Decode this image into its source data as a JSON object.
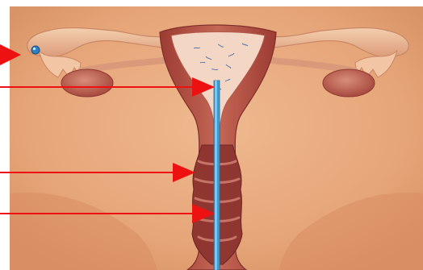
{
  "colors": {
    "background": "#e9a979",
    "tissue_light": "#f1c9a5",
    "tissue_mid": "#d9876a",
    "tissue_dark": "#a5443a",
    "uterine_wall": "#b85a4a",
    "cavity": "#f3d6c4",
    "catheter": "#3a9fd6",
    "catheter_highlight": "#9fd6f4",
    "arrow": "#ee1111",
    "egg": "#2f7fc4"
  },
  "arrows": [
    {
      "id": "ovary-egg",
      "target": "egg"
    },
    {
      "id": "uterine-cavity",
      "target": "catheter-tip"
    },
    {
      "id": "cervix-upper",
      "target": "cervix"
    },
    {
      "id": "vagina",
      "target": "vaginal-canal"
    }
  ]
}
